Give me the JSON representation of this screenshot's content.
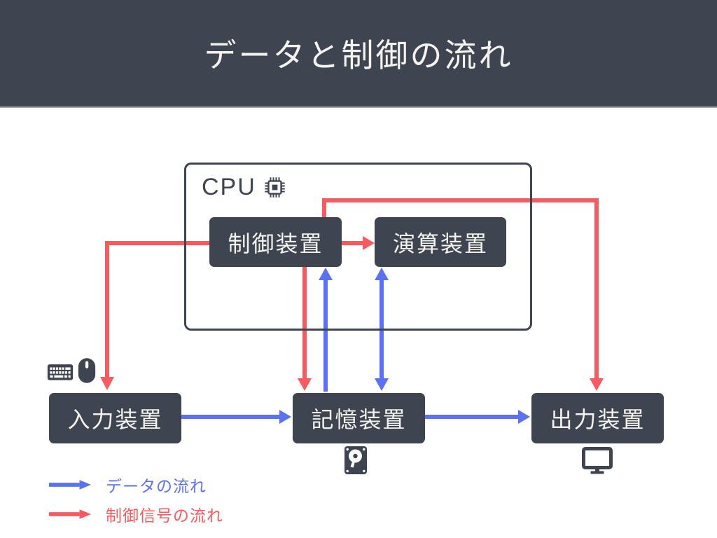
{
  "title": "データと制御の流れ",
  "colors": {
    "dark": "#3e4450",
    "background": "#ffffff",
    "text_light": "#f4f3ee",
    "data_flow_blue": "#5b71f4",
    "control_flow_red": "#fb5960"
  },
  "cpu": {
    "label": "CPU",
    "icon": "microchip-icon",
    "units": {
      "control": "制御装置",
      "alu": "演算装置"
    }
  },
  "devices": {
    "input": "入力装置",
    "input_icons": [
      "keyboard-icon",
      "mouse-icon"
    ],
    "memory": "記憶装置",
    "memory_icon": "hdd-icon",
    "output": "出力装置",
    "output_icon": "monitor-icon"
  },
  "legend": {
    "data_flow": "データの流れ",
    "control_flow": "制御信号の流れ"
  }
}
